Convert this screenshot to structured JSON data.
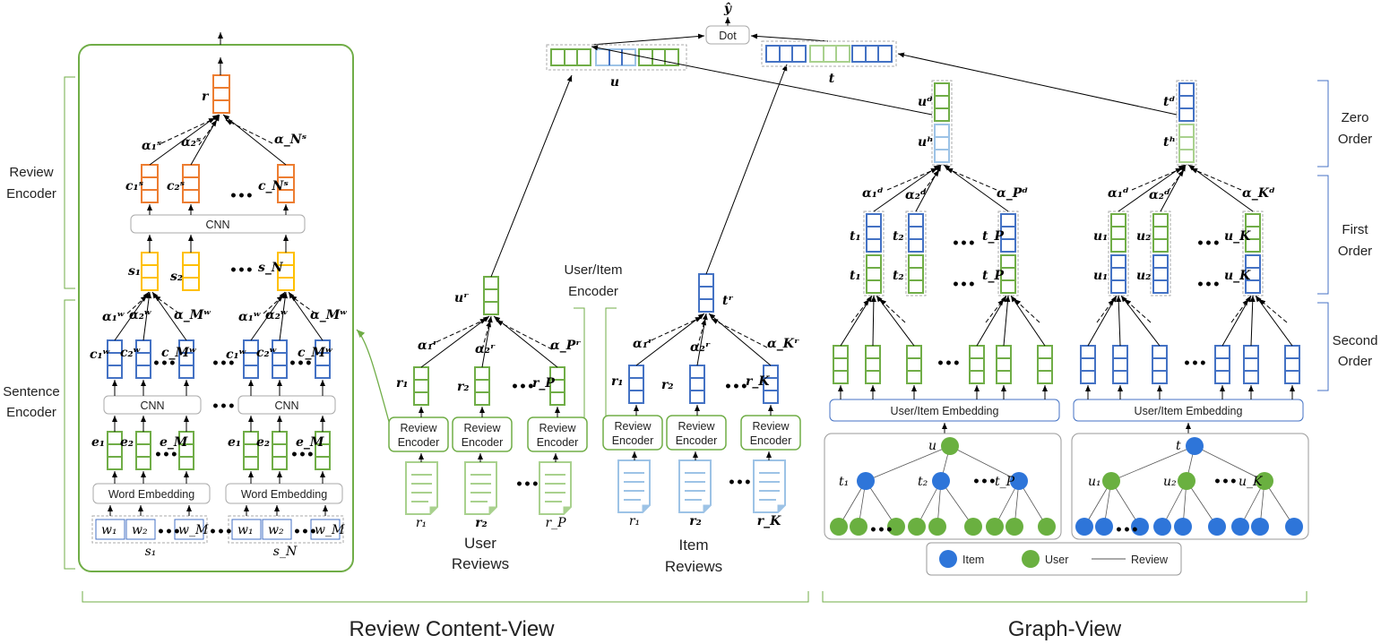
{
  "sections": {
    "review_content_view": "Review Content-View",
    "graph_view": "Graph-View"
  },
  "left": {
    "review_encoder_label_1": "Review",
    "review_encoder_label_2": "Encoder",
    "sentence_encoder_label_1": "Sentence",
    "sentence_encoder_label_2": "Encoder",
    "cnn": "CNN",
    "word_embedding": "Word Embedding",
    "r": "r",
    "s1": "s₁",
    "s2": "s₂",
    "sN": "s_N",
    "cs1": "c₁ˢ",
    "cs2": "c₂ˢ",
    "csN": "c_Nˢ",
    "as1": "α₁ˢ",
    "as2": "α₂ˢ",
    "asN": "α_Nˢ",
    "cw1": "c₁ʷ",
    "cw2": "c₂ʷ",
    "cwM": "c_Mʷ",
    "aw1": "α₁ʷ",
    "aw2": "α₂ʷ",
    "awM": "α_Mʷ",
    "e1": "e₁",
    "e2": "e₂",
    "eM": "e_M",
    "w1": "w₁",
    "w2": "w₂",
    "wM": "w_M",
    "sent1": "s₁",
    "sentN": "s_N",
    "dots": "•••"
  },
  "middle": {
    "user_item_encoder_1": "User/Item",
    "user_item_encoder_2": "Encoder",
    "review_encoder_1": "Review",
    "review_encoder_2": "Encoder",
    "ur": "uʳ",
    "tr": "tʳ",
    "ar1": "α₁ʳ",
    "ar2": "α₂ʳ",
    "arP": "α_Pʳ",
    "arK": "α_Kʳ",
    "r1": "r₁",
    "r2": "r₂",
    "rP": "r_P",
    "rK": "r_K",
    "user_reviews_1": "User",
    "user_reviews_2": "Reviews",
    "item_reviews_1": "Item",
    "item_reviews_2": "Reviews"
  },
  "top": {
    "yhat": "ŷ",
    "dot": "Dot",
    "u": "u",
    "t": "t"
  },
  "graph": {
    "zero_order_1": "Zero",
    "zero_order_2": "Order",
    "first_order_1": "First",
    "first_order_2": "Order",
    "second_order_1": "Second",
    "second_order_2": "Order",
    "embedding": "User/Item Embedding",
    "ud": "uᵈ",
    "uh": "uʰ",
    "td": "tᵈ",
    "th": "tʰ",
    "ad1": "α₁ᵈ",
    "ad2": "α₂ᵈ",
    "adP": "α_Pᵈ",
    "adK": "α_Kᵈ",
    "legend_item": "Item",
    "legend_user": "User",
    "legend_review": "Review",
    "tree_u": "u",
    "tree_t": "t",
    "t1": "t₁",
    "t2": "t₂",
    "tP": "t_P",
    "u1": "u₁",
    "u2": "u₂",
    "uK": "u_K"
  },
  "colors": {
    "green": "#70AD47",
    "blue": "#4472C4",
    "orange": "#ED7D31",
    "yellow": "#FFC000",
    "light_green": "#A9D18E",
    "light_blue": "#9DC3E6",
    "node_blue": "#2E75D9",
    "node_green": "#6AB040"
  }
}
